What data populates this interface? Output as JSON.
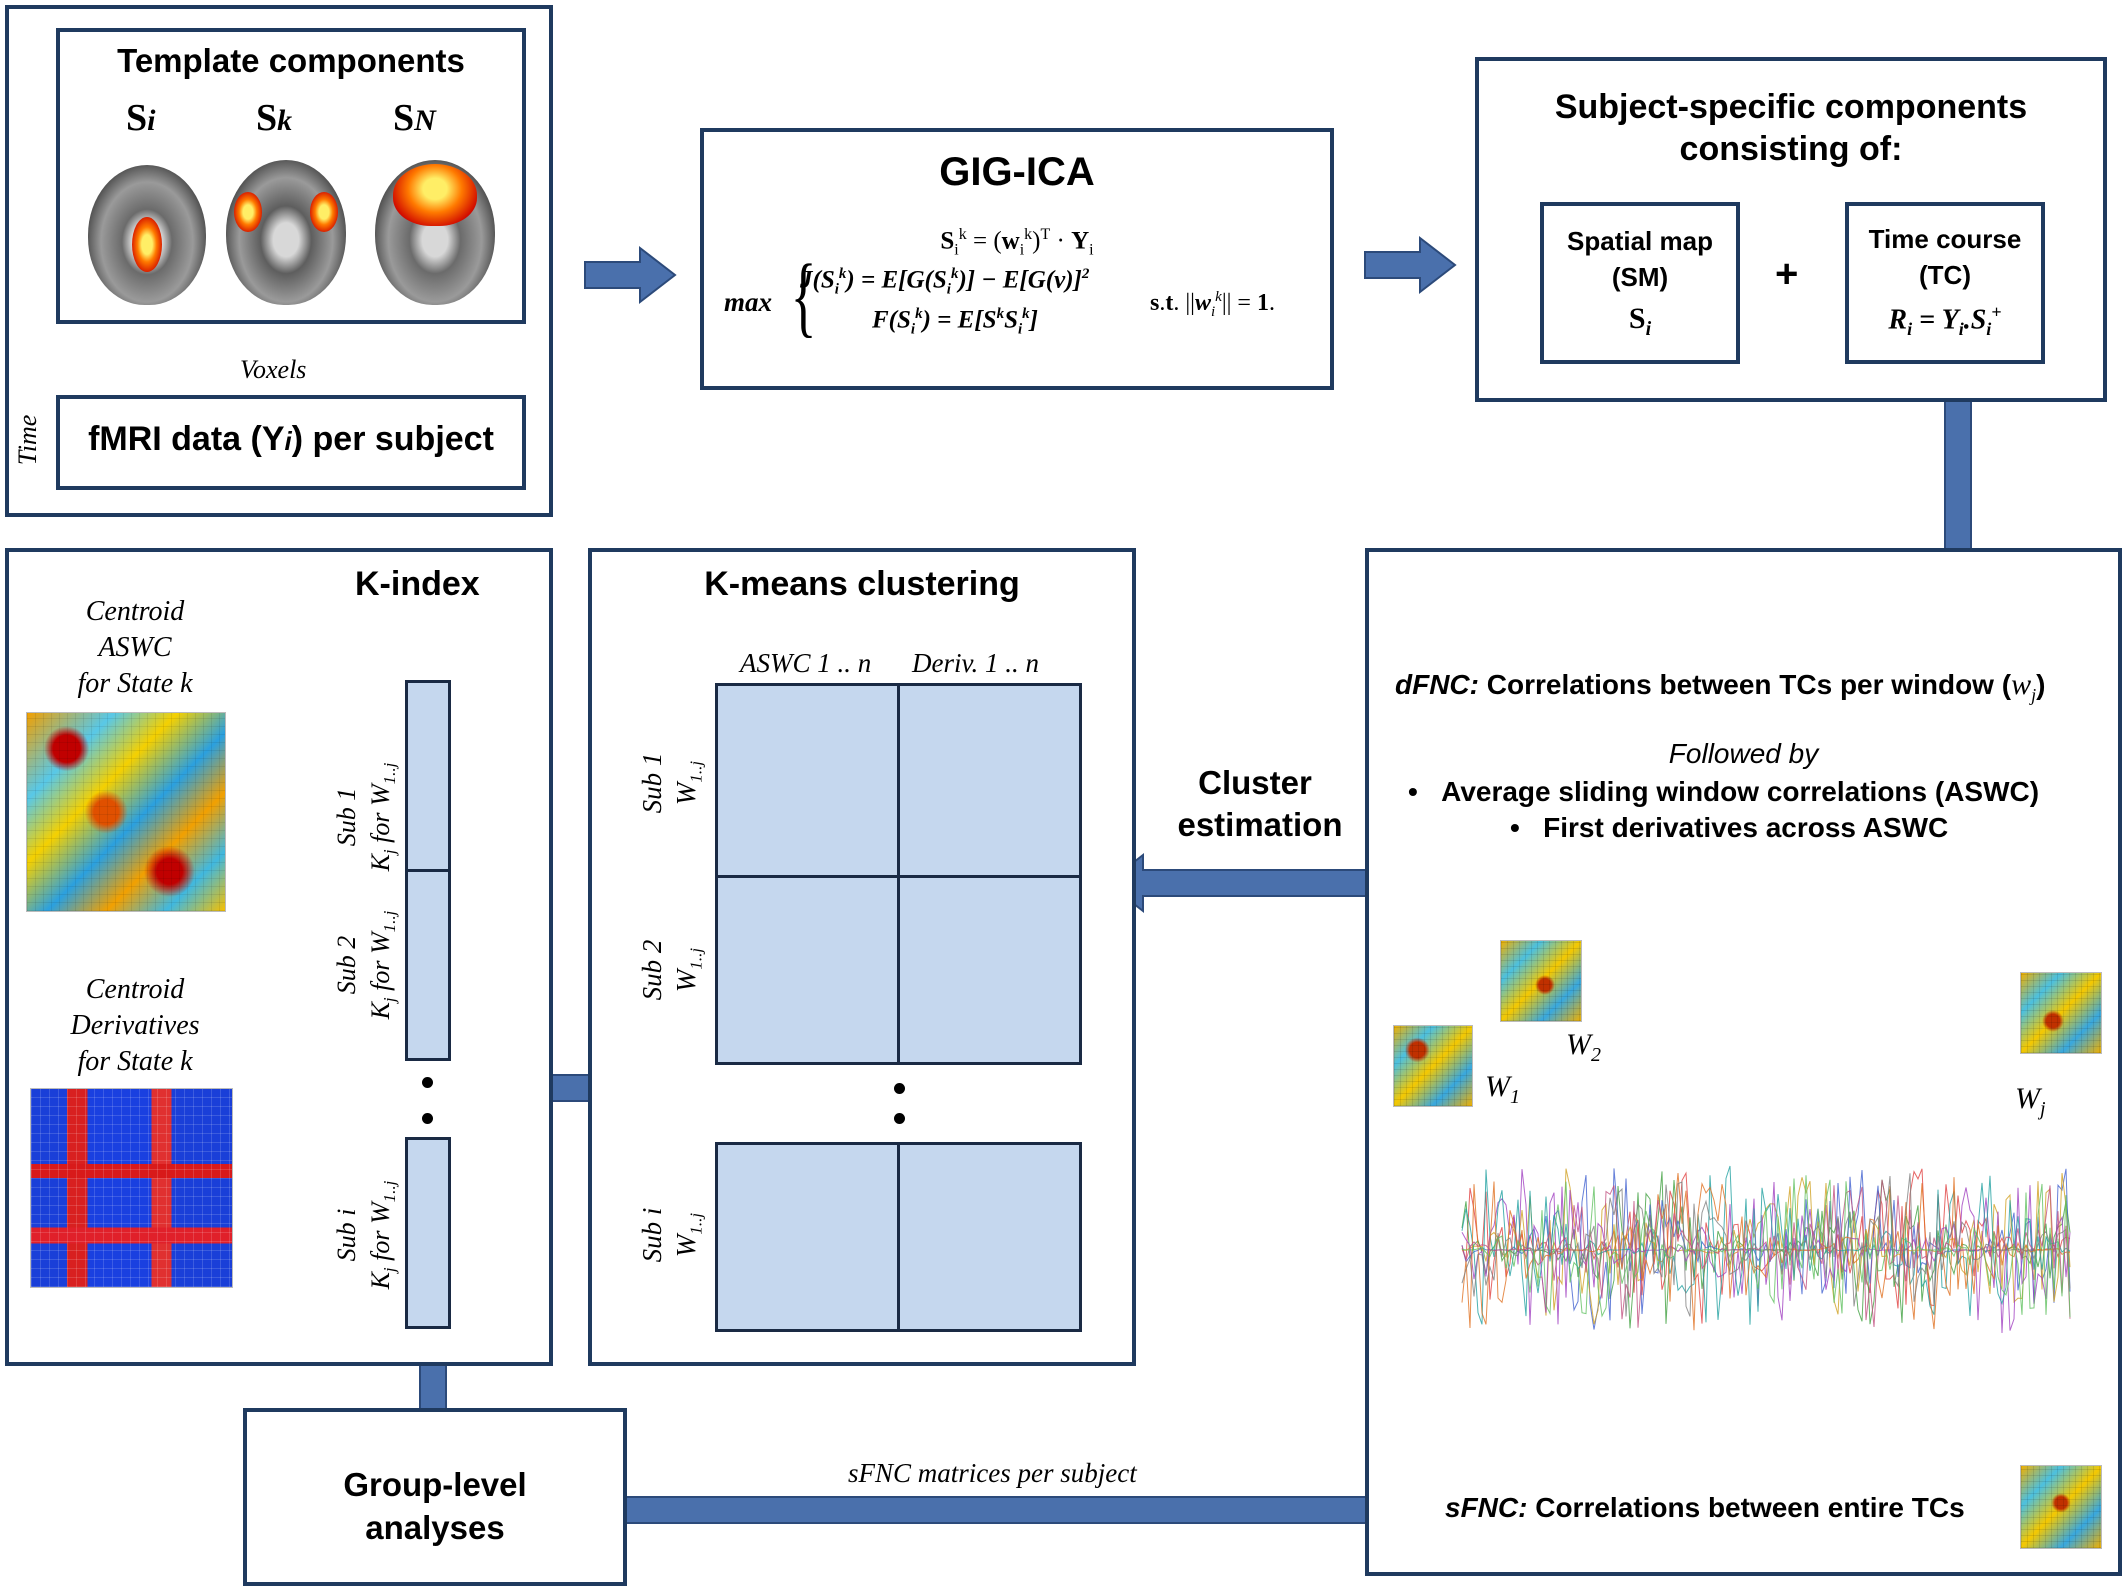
{
  "template": {
    "title": "Template components",
    "labels": [
      "S_i",
      "S_k",
      "S_N"
    ],
    "voxels": "Voxels",
    "time": "Time",
    "fmri": "fMRI data (Y_i) per subject"
  },
  "gig_ica": {
    "title": "GIG-ICA",
    "eq1": "S_i^k = (w_i^k)^T · Y_i",
    "max": "max",
    "eq2": "J(S_i^k) = E[G(S_i^k)] − E[G(v)]^2",
    "eq3": "F(S_i^k) = E[S^k S_i^k]",
    "constraint": "s.t. ||w_i^k|| = 1."
  },
  "subject_specific": {
    "title_line1": "Subject-specific components",
    "title_line2": "consisting of:",
    "sm_line1": "Spatial map",
    "sm_line2": "(SM)",
    "sm_sym": "S_i",
    "plus": "+",
    "tc_line1": "Time course",
    "tc_line2": "(TC)",
    "tc_eq": "R_i = Y_i.S_i^+"
  },
  "kindex": {
    "title": "K-index",
    "centroid_aswc": [
      "Centroid",
      "ASWC",
      "for State k"
    ],
    "centroid_deriv": [
      "Centroid",
      "Derivatives",
      "for State k"
    ],
    "sub1": "Sub 1",
    "sub2": "Sub 2",
    "subi": "Sub i",
    "kj": "K_j for W_1..j"
  },
  "kmeans": {
    "title": "K-means clustering",
    "col1": "ASWC 1 .. n",
    "col2": "Deriv. 1 .. n",
    "sub1": "Sub 1",
    "sub2": "Sub 2",
    "subi": "Sub i",
    "w": "W_1..j"
  },
  "cluster": {
    "line1": "Cluster",
    "line2": "estimation"
  },
  "dfnc": {
    "label": "dFNC:",
    "text": "Correlations between TCs per window (",
    "wj": "w_j",
    "close": ")",
    "followed": "Followed by",
    "bullet1": "Average sliding window correlations (ASWC)",
    "bullet2": "First derivatives across ASWC",
    "w1": "W_1",
    "w2": "W_2",
    "wjlabel": "W_j"
  },
  "sfnc": {
    "label": "sFNC:",
    "text": "Correlations between entire TCs",
    "arrow_label": "sFNC matrices per subject"
  },
  "group": {
    "line1": "Group-level",
    "line2": "analyses"
  },
  "colors": {
    "box_border": "#1f3a5f",
    "arrow": "#4a70ac",
    "cell": "#c5d7ee"
  }
}
